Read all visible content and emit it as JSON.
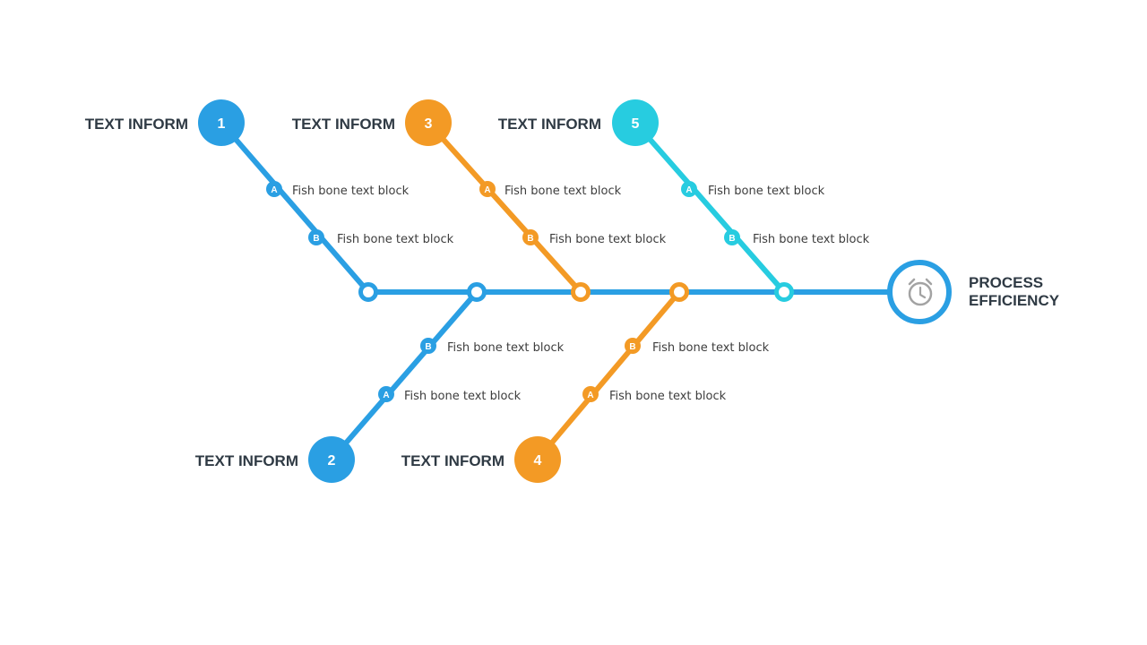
{
  "colors": {
    "blue": "#2a9fe3",
    "orange": "#f39a25",
    "cyan": "#27cce0",
    "text_dark": "#2f3a44",
    "clock_gray": "#a3a3a3"
  },
  "head": {
    "line1": "PROCESS",
    "line2": "EFFICIENCY",
    "icon": "alarm-clock-icon"
  },
  "branches": [
    {
      "number": "1",
      "title": "TEXT INFORM",
      "color": "blue",
      "items": [
        {
          "badge": "A",
          "text": "Fish bone text block"
        },
        {
          "badge": "B",
          "text": "Fish bone text block"
        }
      ]
    },
    {
      "number": "2",
      "title": "TEXT INFORM",
      "color": "blue",
      "items": [
        {
          "badge": "A",
          "text": "Fish bone text block"
        },
        {
          "badge": "B",
          "text": "Fish bone text block"
        }
      ]
    },
    {
      "number": "3",
      "title": "TEXT INFORM",
      "color": "orange",
      "items": [
        {
          "badge": "A",
          "text": "Fish bone text block"
        },
        {
          "badge": "B",
          "text": "Fish bone text block"
        }
      ]
    },
    {
      "number": "4",
      "title": "TEXT INFORM",
      "color": "orange",
      "items": [
        {
          "badge": "A",
          "text": "Fish bone text block"
        },
        {
          "badge": "B",
          "text": "Fish bone text block"
        }
      ]
    },
    {
      "number": "5",
      "title": "TEXT INFORM",
      "color": "cyan",
      "items": [
        {
          "badge": "A",
          "text": "Fish bone text block"
        },
        {
          "badge": "B",
          "text": "Fish bone text block"
        }
      ]
    }
  ]
}
